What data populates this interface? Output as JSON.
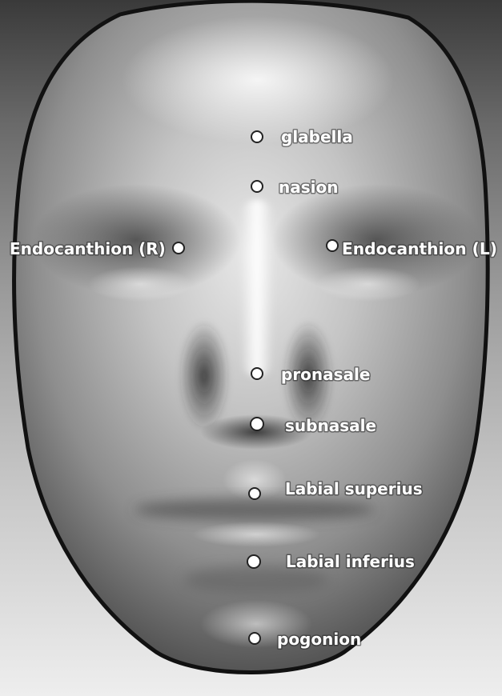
{
  "diagram": {
    "landmarks": [
      {
        "id": "glabella",
        "label": "glabella"
      },
      {
        "id": "nasion",
        "label": "nasion"
      },
      {
        "id": "endocanthion-r",
        "label": "Endocanthion (R)"
      },
      {
        "id": "endocanthion-l",
        "label": "Endocanthion (L)"
      },
      {
        "id": "pronasale",
        "label": "pronasale"
      },
      {
        "id": "subnasale",
        "label": "subnasale"
      },
      {
        "id": "labial-superius",
        "label": "Labial superius"
      },
      {
        "id": "labial-inferius",
        "label": "Labial inferius"
      },
      {
        "id": "pogonion",
        "label": "pogonion"
      }
    ]
  },
  "colors": {
    "label": "#ffffff",
    "dot_fill": "#ffffff",
    "dot_stroke": "#222222"
  }
}
